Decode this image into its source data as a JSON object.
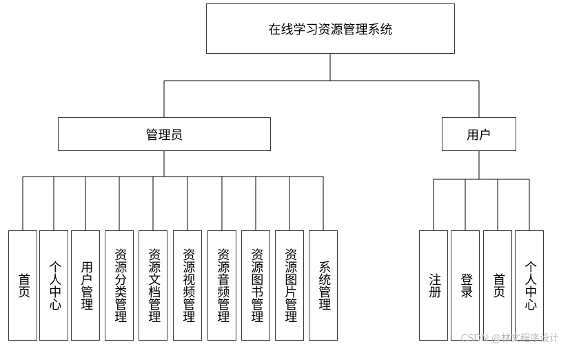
{
  "root": {
    "label": "在线学习资源管理系统"
  },
  "roles": [
    {
      "label": "管理员",
      "modules": [
        "首页",
        "个人中心",
        "用户管理",
        "资源分类管理",
        "资源文档管理",
        "资源视频管理",
        "资源音频管理",
        "资源图书管理",
        "资源图片管理",
        "系统管理"
      ]
    },
    {
      "label": "用户",
      "modules": [
        "注册",
        "登录",
        "首页",
        "个人中心"
      ]
    }
  ],
  "watermark": "CSDN @林文程序设计"
}
